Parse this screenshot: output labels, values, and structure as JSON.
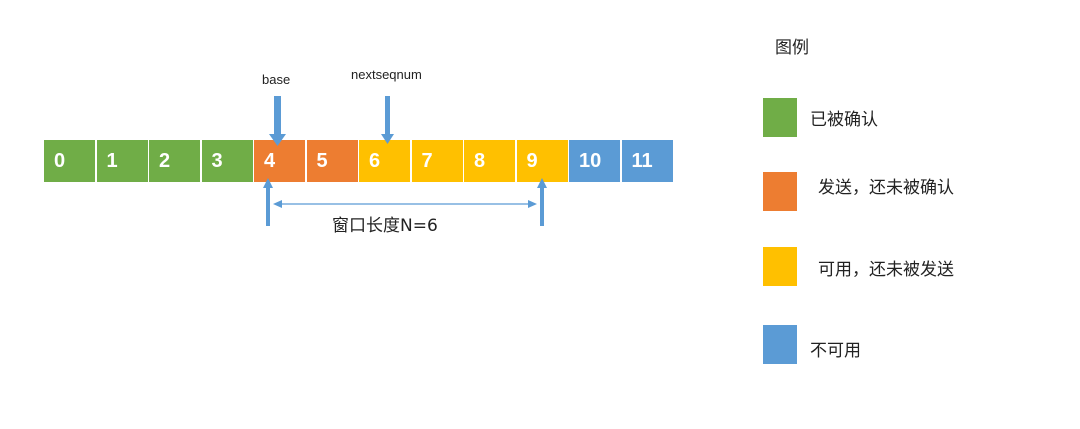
{
  "colors": {
    "acknowledged": "#70AD47",
    "sent_unacked": "#ED7D31",
    "usable_unsent": "#FFC000",
    "unusable": "#5B9BD5",
    "pointer_arrow": "#5B9BD5"
  },
  "sequence": {
    "cells": [
      {
        "label": "0",
        "state": "acknowledged"
      },
      {
        "label": "1",
        "state": "acknowledged"
      },
      {
        "label": "2",
        "state": "acknowledged"
      },
      {
        "label": "3",
        "state": "acknowledged"
      },
      {
        "label": "4",
        "state": "sent_unacked"
      },
      {
        "label": "5",
        "state": "sent_unacked"
      },
      {
        "label": "6",
        "state": "usable_unsent"
      },
      {
        "label": "7",
        "state": "usable_unsent"
      },
      {
        "label": "8",
        "state": "usable_unsent"
      },
      {
        "label": "9",
        "state": "usable_unsent"
      },
      {
        "label": "10",
        "state": "unusable"
      },
      {
        "label": "11",
        "state": "unusable"
      }
    ]
  },
  "pointers": {
    "base": {
      "label": "base",
      "index": 4
    },
    "nextseqnum": {
      "label": "nextseqnum",
      "index": 6
    }
  },
  "window": {
    "label": "窗口长度N=6",
    "start_index": 4,
    "end_index": 9
  },
  "legend": {
    "title": "图例",
    "items": [
      {
        "color_key": "acknowledged",
        "label": "已被确认"
      },
      {
        "color_key": "sent_unacked",
        "label": "发送，还未被确认"
      },
      {
        "color_key": "usable_unsent",
        "label": "可用，还未被发送"
      },
      {
        "color_key": "unusable",
        "label": "不可用"
      }
    ]
  }
}
